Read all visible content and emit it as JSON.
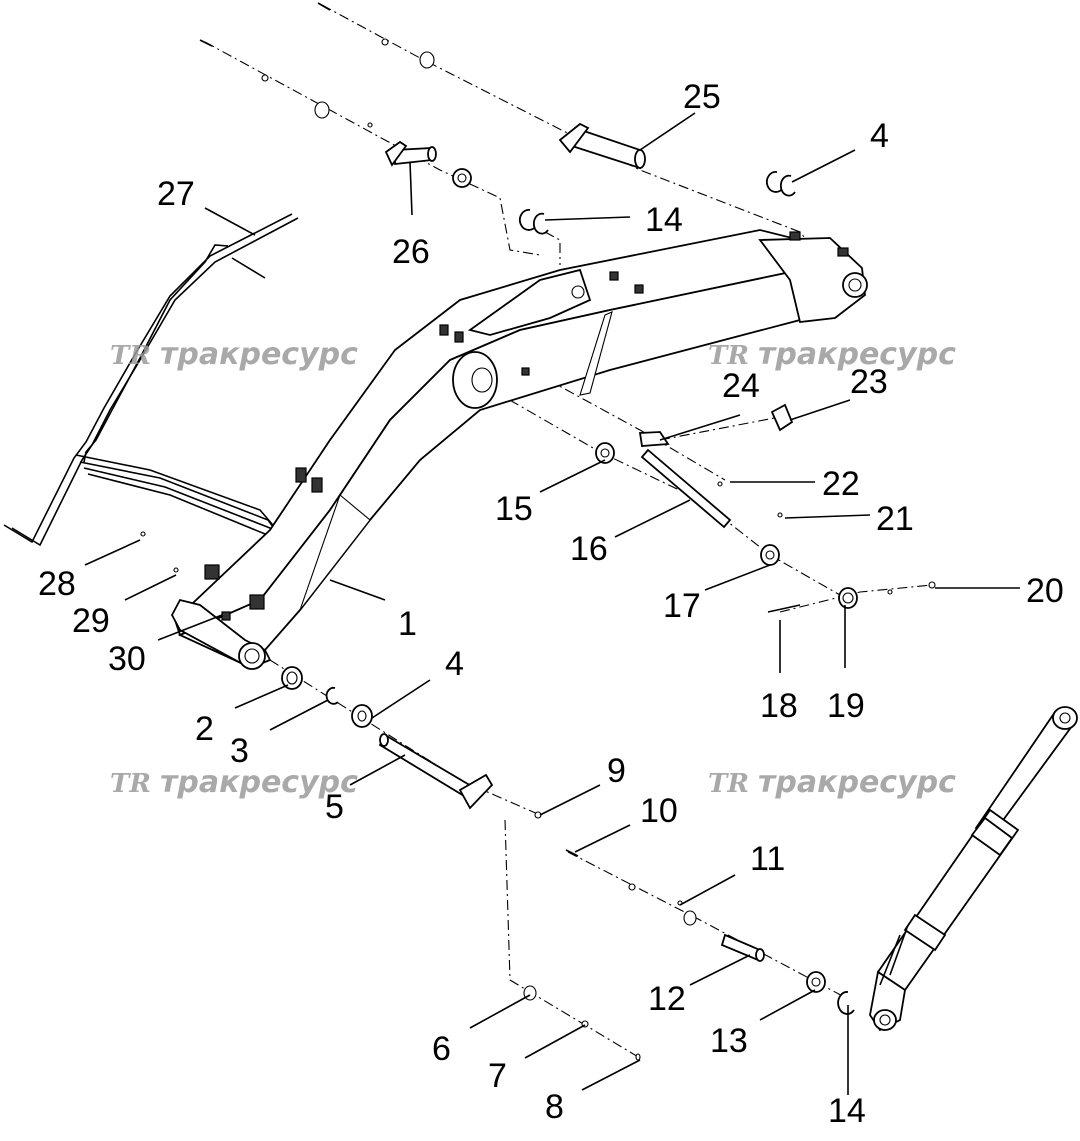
{
  "watermark": {
    "logo": "TR",
    "text": "тракресурс"
  },
  "labels": {
    "l1": "1",
    "l2": "2",
    "l3": "3",
    "l4a": "4",
    "l4b": "4",
    "l5": "5",
    "l6": "6",
    "l7": "7",
    "l8": "8",
    "l9": "9",
    "l10": "10",
    "l11": "11",
    "l12": "12",
    "l13": "13",
    "l14a": "14",
    "l14b": "14",
    "l15": "15",
    "l16": "16",
    "l17": "17",
    "l18": "18",
    "l19": "19",
    "l20": "20",
    "l21": "21",
    "l22": "22",
    "l23": "23",
    "l24": "24",
    "l25": "25",
    "l26": "26",
    "l27": "27",
    "l28": "28",
    "l29": "29",
    "l30": "30"
  },
  "colors": {
    "line": "#000000",
    "watermark": "#9b9b9b",
    "background": "#ffffff"
  }
}
